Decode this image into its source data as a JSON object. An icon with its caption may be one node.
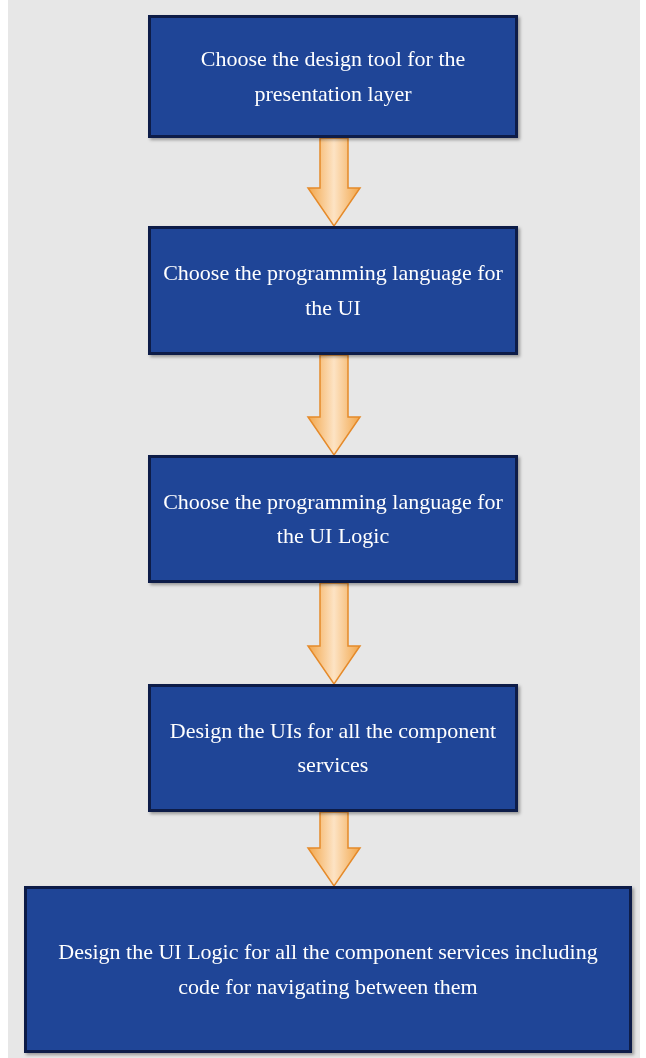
{
  "diagram": {
    "nodes": [
      {
        "text": [
          "Choose the design tool for the presentation layer"
        ]
      },
      {
        "text": [
          "Choose the programming language for the UI"
        ]
      },
      {
        "text": [
          "Choose the programming language for the UI Logic"
        ]
      },
      {
        "text": [
          "Design the UIs for all the component services"
        ]
      },
      {
        "text": [
          "Design the UI Logic for all the component services including code for navigating between them"
        ]
      }
    ],
    "edges": [
      {
        "from": 0,
        "to": 1,
        "arrow": "to"
      },
      {
        "from": 1,
        "to": 2,
        "arrow": "to"
      },
      {
        "from": 2,
        "to": 3,
        "arrow": "to"
      },
      {
        "from": 3,
        "to": 4,
        "arrow": "to"
      }
    ]
  }
}
